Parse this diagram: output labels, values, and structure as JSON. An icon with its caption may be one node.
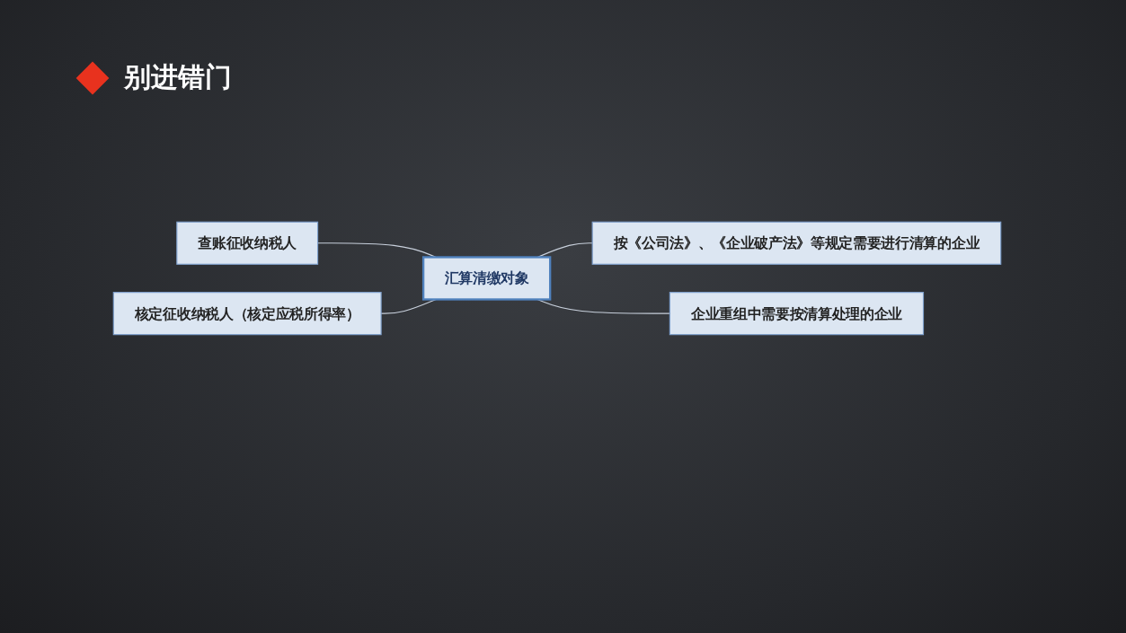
{
  "diagram": {
    "title": "别进错门",
    "nodes": [
      {
        "text": [
          "汇算清缴对象"
        ]
      },
      {
        "text": [
          "查账征收纳税人"
        ]
      },
      {
        "text": [
          "按《公司法》、《企业破产法》等规定需要进行清算的企业"
        ]
      },
      {
        "text": [
          "核定征收纳税人（核定应税所得率）"
        ]
      },
      {
        "text": [
          "企业重组中需要按清算处理的企业"
        ]
      }
    ],
    "edges": [
      {
        "from": 0,
        "to": 1,
        "arrow": "none"
      },
      {
        "from": 0,
        "to": 2,
        "arrow": "none"
      },
      {
        "from": 0,
        "to": 3,
        "arrow": "none"
      },
      {
        "from": 0,
        "to": 4,
        "arrow": "none"
      }
    ]
  }
}
